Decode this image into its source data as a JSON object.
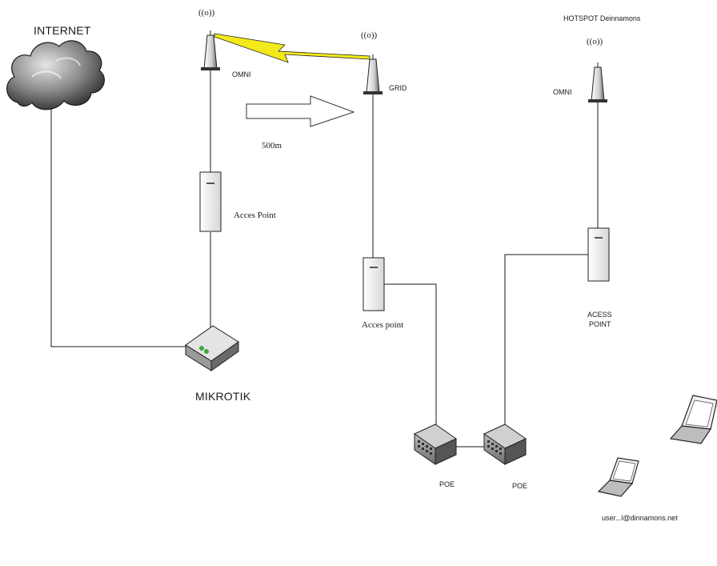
{
  "labels": {
    "internet": "INTERNET",
    "omni_left": "OMNI",
    "grid": "GRID",
    "distance": "500m",
    "access_point_left": "Acces Point",
    "access_point_mid": "Acces point",
    "mikrotik": "MIKROTIK",
    "hotspot": "HOTSPOT Deinnamons",
    "omni_right": "OMNI",
    "access_point_right_line1": "ACESS",
    "access_point_right_line2": "POINT",
    "poe_left": "POE",
    "poe_right": "POE",
    "user": "user...l@dinnamons.net"
  },
  "antenna_glyph": "((o))",
  "colors": {
    "line": "#1a1a1a",
    "wireless_link": "#f2ea1b",
    "cloud_dark": "#3b3b3b",
    "cloud_light": "#d8d8d8"
  },
  "icons": [
    "cloud-icon",
    "antenna-icon",
    "access-point-icon",
    "router-icon",
    "switch-icon",
    "laptop-icon",
    "arrow-icon",
    "lightning-icon"
  ]
}
